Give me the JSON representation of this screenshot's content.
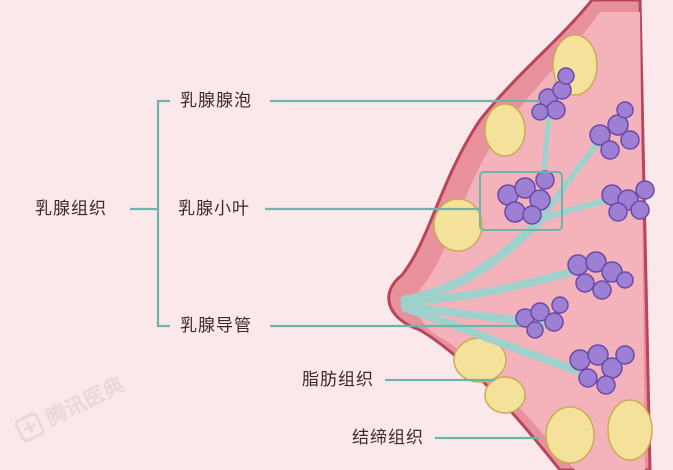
{
  "labels": {
    "tissue": "乳腺组织",
    "alveoli": "乳腺腺泡",
    "lobule": "乳腺小叶",
    "duct": "乳腺导管",
    "fat": "脂肪组织",
    "connective": "结缔组织"
  },
  "watermark": "腾讯医典",
  "colors": {
    "background": "#fbe8ea",
    "skin": "#e8919c",
    "skin_outline": "#b9455a",
    "inner_tissue": "#f4b3bb",
    "duct": "#9fd1cc",
    "alveoli": "#9d7fd4",
    "alveoli_outline": "#6a4aa8",
    "fat": "#f4e29b",
    "fat_outline": "#c9ab55",
    "leader_line": "#6fb3ad"
  }
}
